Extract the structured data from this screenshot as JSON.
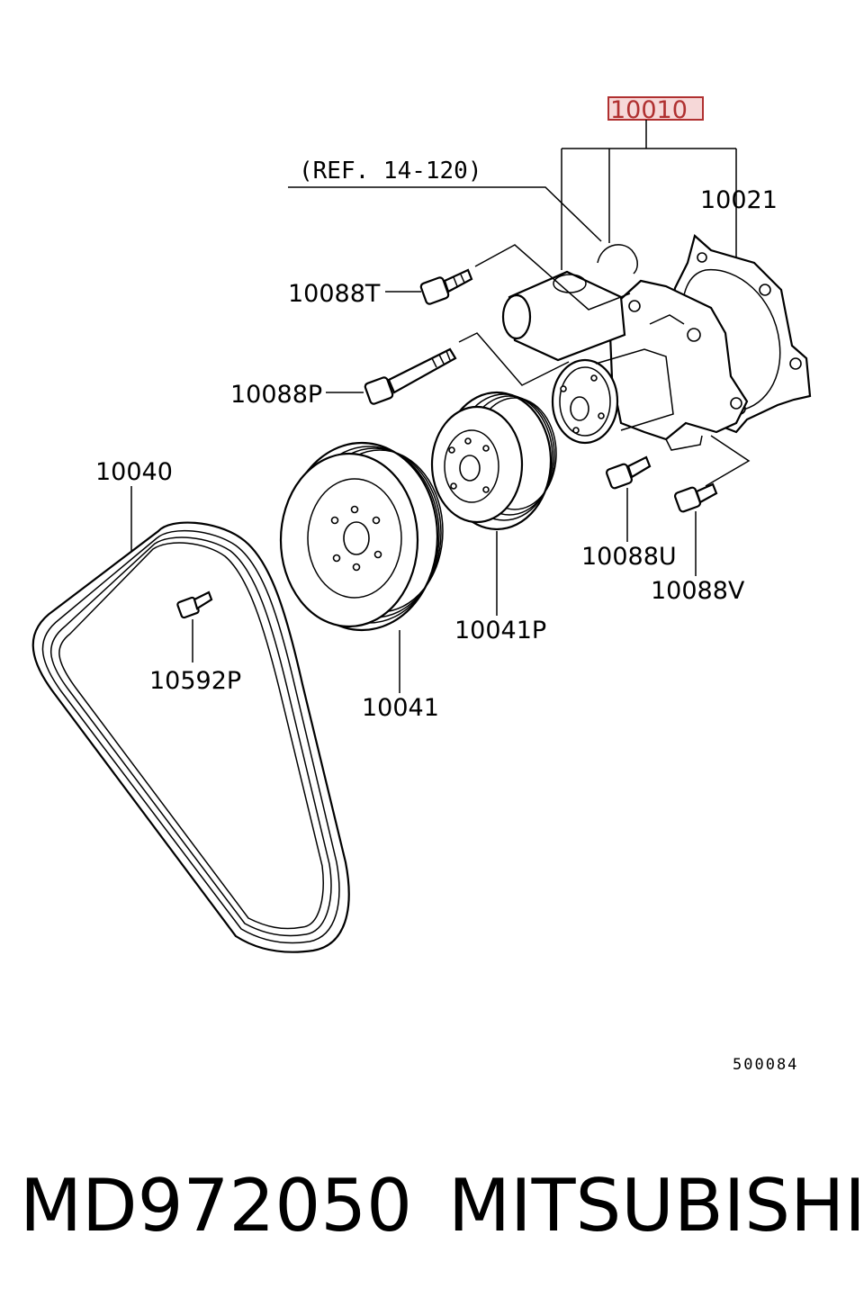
{
  "diagram": {
    "highlight_color": "#b03030",
    "highlight_fill": "#f6d8d8",
    "labels": {
      "pump_assembly": "10010",
      "reference": "(REF. 14-120)",
      "gasket": "10021",
      "bolt_t": "10088T",
      "bolt_p": "10088P",
      "belt": "10040",
      "pulley_small": "10041P",
      "bolt_u": "10088U",
      "bolt_v": "10088V",
      "bolt_tensioner": "10592P",
      "pulley_large": "10041"
    },
    "figure_code": "500084"
  },
  "footer": {
    "part_number": "MD972050",
    "brand": "MITSUBISHI"
  }
}
